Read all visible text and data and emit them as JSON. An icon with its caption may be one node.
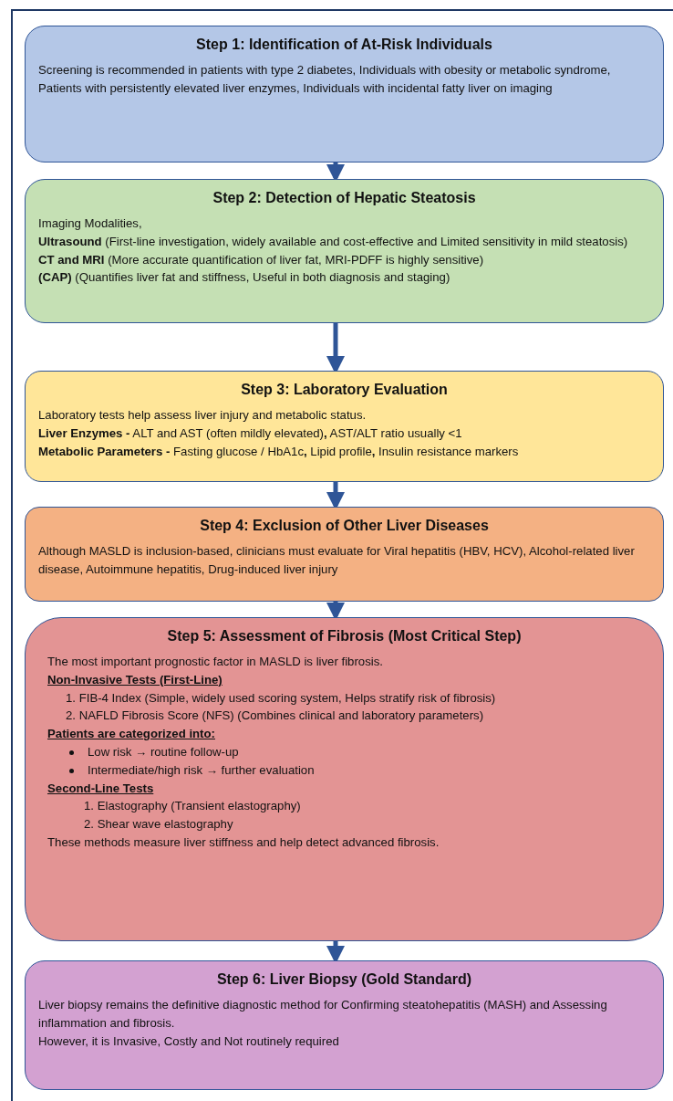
{
  "diagram": {
    "nodes": [
      {
        "text": [
          "Step 1: Identification of At-Risk Individuals",
          "Screening is recommended in patients with type 2 diabetes, Individuals with obesity or metabolic syndrome, Patients with persistently elevated liver enzymes, Individuals with incidental fatty liver on imaging"
        ]
      },
      {
        "text": [
          "Step 2: Detection of Hepatic Steatosis",
          "Imaging Modalities,",
          "**Ultrasound** (First-line investigation, widely available and cost-effective and Limited sensitivity in mild steatosis)",
          "**CT and MRI** (More accurate quantification of liver fat, MRI-PDFF is highly sensitive)",
          "**(CAP)** (Quantifies liver fat and stiffness, Useful in both diagnosis and staging)"
        ]
      },
      {
        "text": [
          "Step 3: Laboratory Evaluation",
          "Laboratory tests help assess liver injury and metabolic status.",
          "**Liver Enzymes -** ALT and AST (often mildly elevated)**,** AST/ALT ratio usually <1",
          "**Metabolic Parameters -** Fasting glucose / HbA1c**,** Lipid profile**,** Insulin resistance markers"
        ]
      },
      {
        "text": [
          "Step 4: Exclusion of Other Liver Diseases",
          "Although MASLD is inclusion-based, clinicians must evaluate for Viral hepatitis (HBV, HCV), Alcohol-related liver disease, Autoimmune hepatitis, Drug-induced liver injury"
        ]
      },
      {
        "text": [
          "Step 5: Assessment of Fibrosis (Most Critical Step)",
          "The most important prognostic factor in MASLD is liver fibrosis.",
          "Non-Invasive Tests (First-Line)",
          "1. FIB-4 Index (Simple, widely used scoring system, Helps stratify risk of fibrosis)",
          "2. NAFLD Fibrosis Score (NFS) (Combines clinical and laboratory parameters)",
          "Patients are categorized into:",
          "Low risk → routine follow-up",
          "Intermediate/high risk → further evaluation",
          "Second-Line Tests",
          "1.  Elastography (Transient elastography)",
          "2.  Shear wave elastography",
          "These methods measure liver stiffness and help detect advanced fibrosis."
        ]
      },
      {
        "text": [
          "Step 6: Liver Biopsy (Gold Standard)",
          "Liver biopsy remains the definitive diagnostic method for Confirming steatohepatitis (MASH) and Assessing inflammation and fibrosis.",
          "However, it is Invasive, Costly and Not routinely required"
        ]
      }
    ],
    "edges": [
      {
        "from": 0,
        "to": 1,
        "arrow": "to"
      },
      {
        "from": 1,
        "to": 2,
        "arrow": "to"
      },
      {
        "from": 2,
        "to": 3,
        "arrow": "to"
      },
      {
        "from": 3,
        "to": 4,
        "arrow": "to"
      },
      {
        "from": 4,
        "to": 5,
        "arrow": "to"
      }
    ]
  }
}
